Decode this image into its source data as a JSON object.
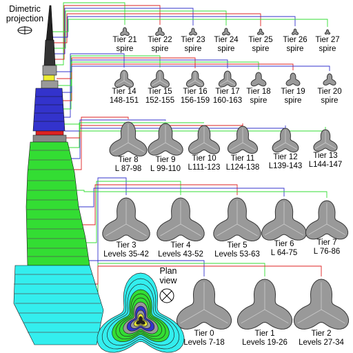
{
  "title": {
    "line1": "Dimetric",
    "line2": "projection"
  },
  "plan_view": {
    "line1": "Plan",
    "line2": "view"
  },
  "colors": {
    "tier_fill": "#999999",
    "tier_stroke": "#333333",
    "green": "#33dd33",
    "blue": "#3333cc",
    "cyan": "#33eeee",
    "red": "#dd2222",
    "yellow": "#eeee33",
    "dark": "#222222"
  },
  "tiers": [
    {
      "name": "Tier 0",
      "range": "Levels 7-18"
    },
    {
      "name": "Tier 1",
      "range": "Levels 19-26"
    },
    {
      "name": "Tier 2",
      "range": "Levels 27-34"
    },
    {
      "name": "Tier 3",
      "range": "Levels 35-42"
    },
    {
      "name": "Tier 4",
      "range": "Levels 43-52"
    },
    {
      "name": "Tier 5",
      "range": "Levels 53-63"
    },
    {
      "name": "Tier 6",
      "range": "L 64-75"
    },
    {
      "name": "Tier 7",
      "range": "L 76-86"
    },
    {
      "name": "Tier 8",
      "range": "L 87-98"
    },
    {
      "name": "Tier 9",
      "range": "L 99-110"
    },
    {
      "name": "Tier 10",
      "range": "L111-123"
    },
    {
      "name": "Tier 11",
      "range": "L124-138"
    },
    {
      "name": "Tier 12",
      "range": "L139-143"
    },
    {
      "name": "Tier 13",
      "range": "L144-147"
    },
    {
      "name": "Tier 14",
      "range": "148-151"
    },
    {
      "name": "Tier 15",
      "range": "152-155"
    },
    {
      "name": "Tier 16",
      "range": "156-159"
    },
    {
      "name": "Tier 17",
      "range": "160-163"
    },
    {
      "name": "Tier 18",
      "range": "spire"
    },
    {
      "name": "Tier 19",
      "range": "spire"
    },
    {
      "name": "Tier 20",
      "range": "spire"
    },
    {
      "name": "Tier 21",
      "range": "spire"
    },
    {
      "name": "Tier 22",
      "range": "spire"
    },
    {
      "name": "Tier 23",
      "range": "spire"
    },
    {
      "name": "Tier 24",
      "range": "spire"
    },
    {
      "name": "Tier 25",
      "range": "spire"
    },
    {
      "name": "Tier 26",
      "range": "spire"
    },
    {
      "name": "Tier 27",
      "range": "spire"
    }
  ]
}
